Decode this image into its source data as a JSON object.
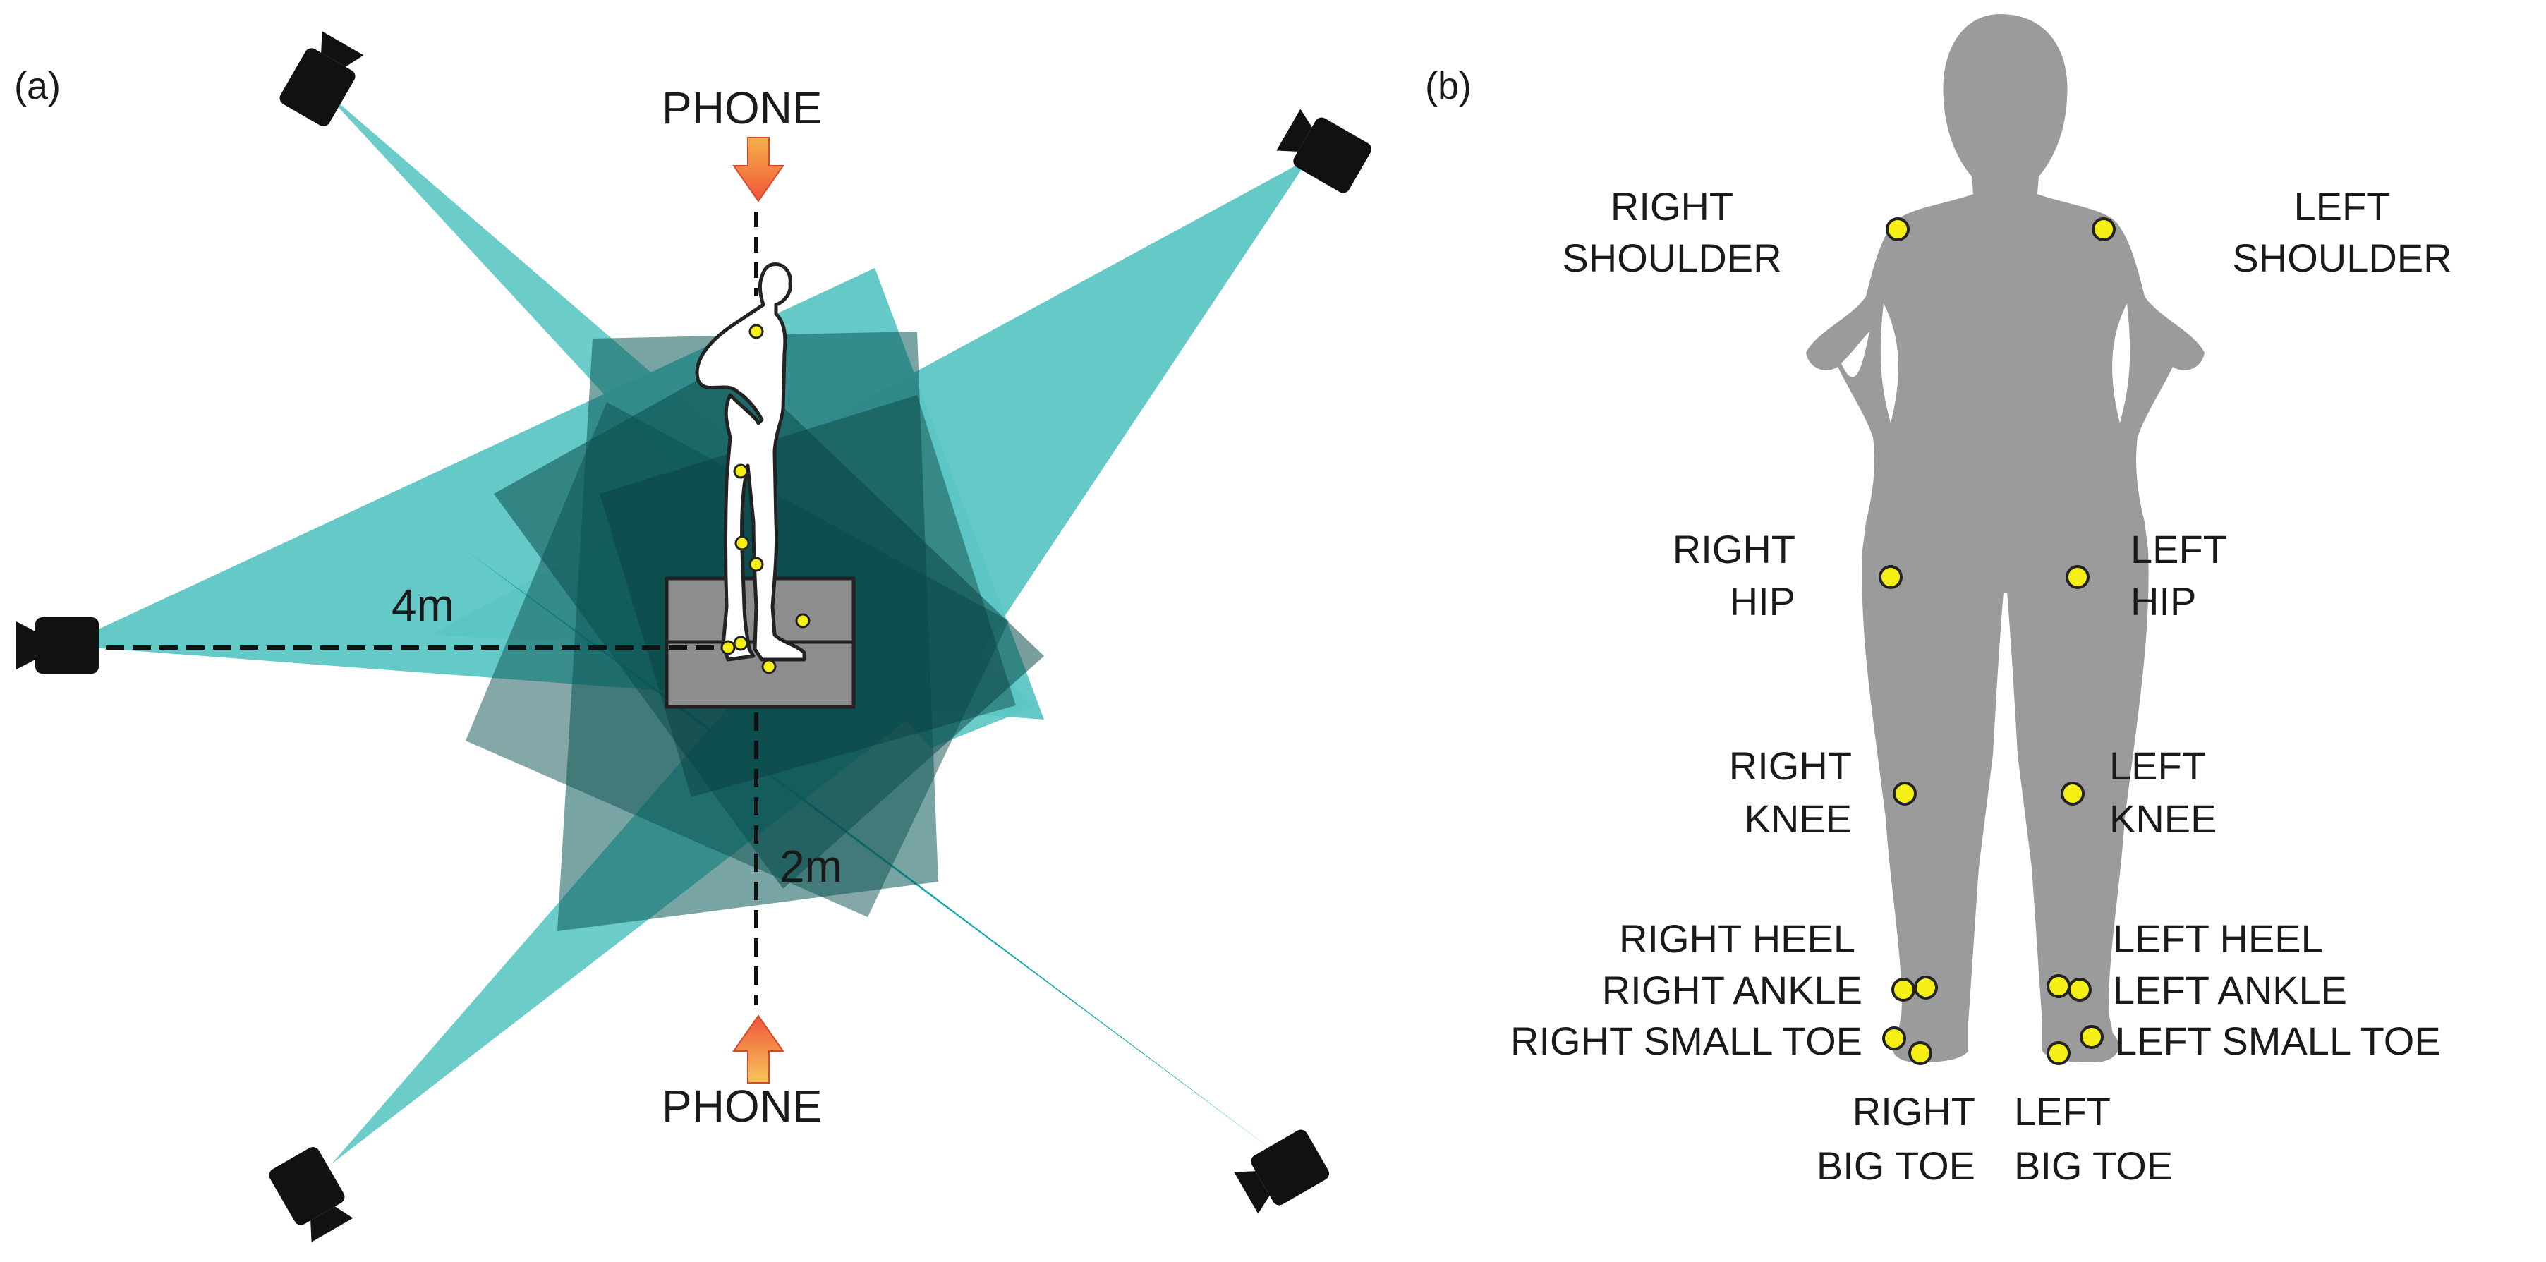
{
  "panel_a": {
    "label": "(a)",
    "phone_top": "PHONE",
    "phone_bottom": "PHONE",
    "dist_side": "4m",
    "dist_front": "2m",
    "colors": {
      "light_cone": "#5cc6c4",
      "mid_cone": "#0aa5a5",
      "dark_overlap": "#0b5a5a",
      "platform": "#8e8e8e",
      "arrow_top": "#f5a623",
      "arrow_bottom": "#f06a4a"
    },
    "cameras": [
      "camera-icon",
      "camera-icon",
      "camera-icon",
      "camera-icon",
      "camera-icon"
    ]
  },
  "panel_b": {
    "label": "(b)",
    "body_color": "#9b9b9b",
    "marker_color": "#f5ef16",
    "joints": {
      "right_shoulder": [
        "RIGHT",
        "SHOULDER"
      ],
      "left_shoulder": [
        "LEFT",
        "SHOULDER"
      ],
      "right_hip": [
        "RIGHT",
        "HIP"
      ],
      "left_hip": [
        "LEFT",
        "HIP"
      ],
      "right_knee": [
        "RIGHT",
        "KNEE"
      ],
      "left_knee": [
        "LEFT",
        "KNEE"
      ],
      "right_heel": "RIGHT HEEL",
      "right_ankle": "RIGHT ANKLE",
      "right_small_toe": "RIGHT SMALL TOE",
      "left_heel": "LEFT HEEL",
      "left_ankle": "LEFT ANKLE",
      "left_small_toe": "LEFT SMALL TOE",
      "right_big_toe": [
        "RIGHT",
        "BIG TOE"
      ],
      "left_big_toe": [
        "LEFT",
        "BIG TOE"
      ]
    }
  }
}
